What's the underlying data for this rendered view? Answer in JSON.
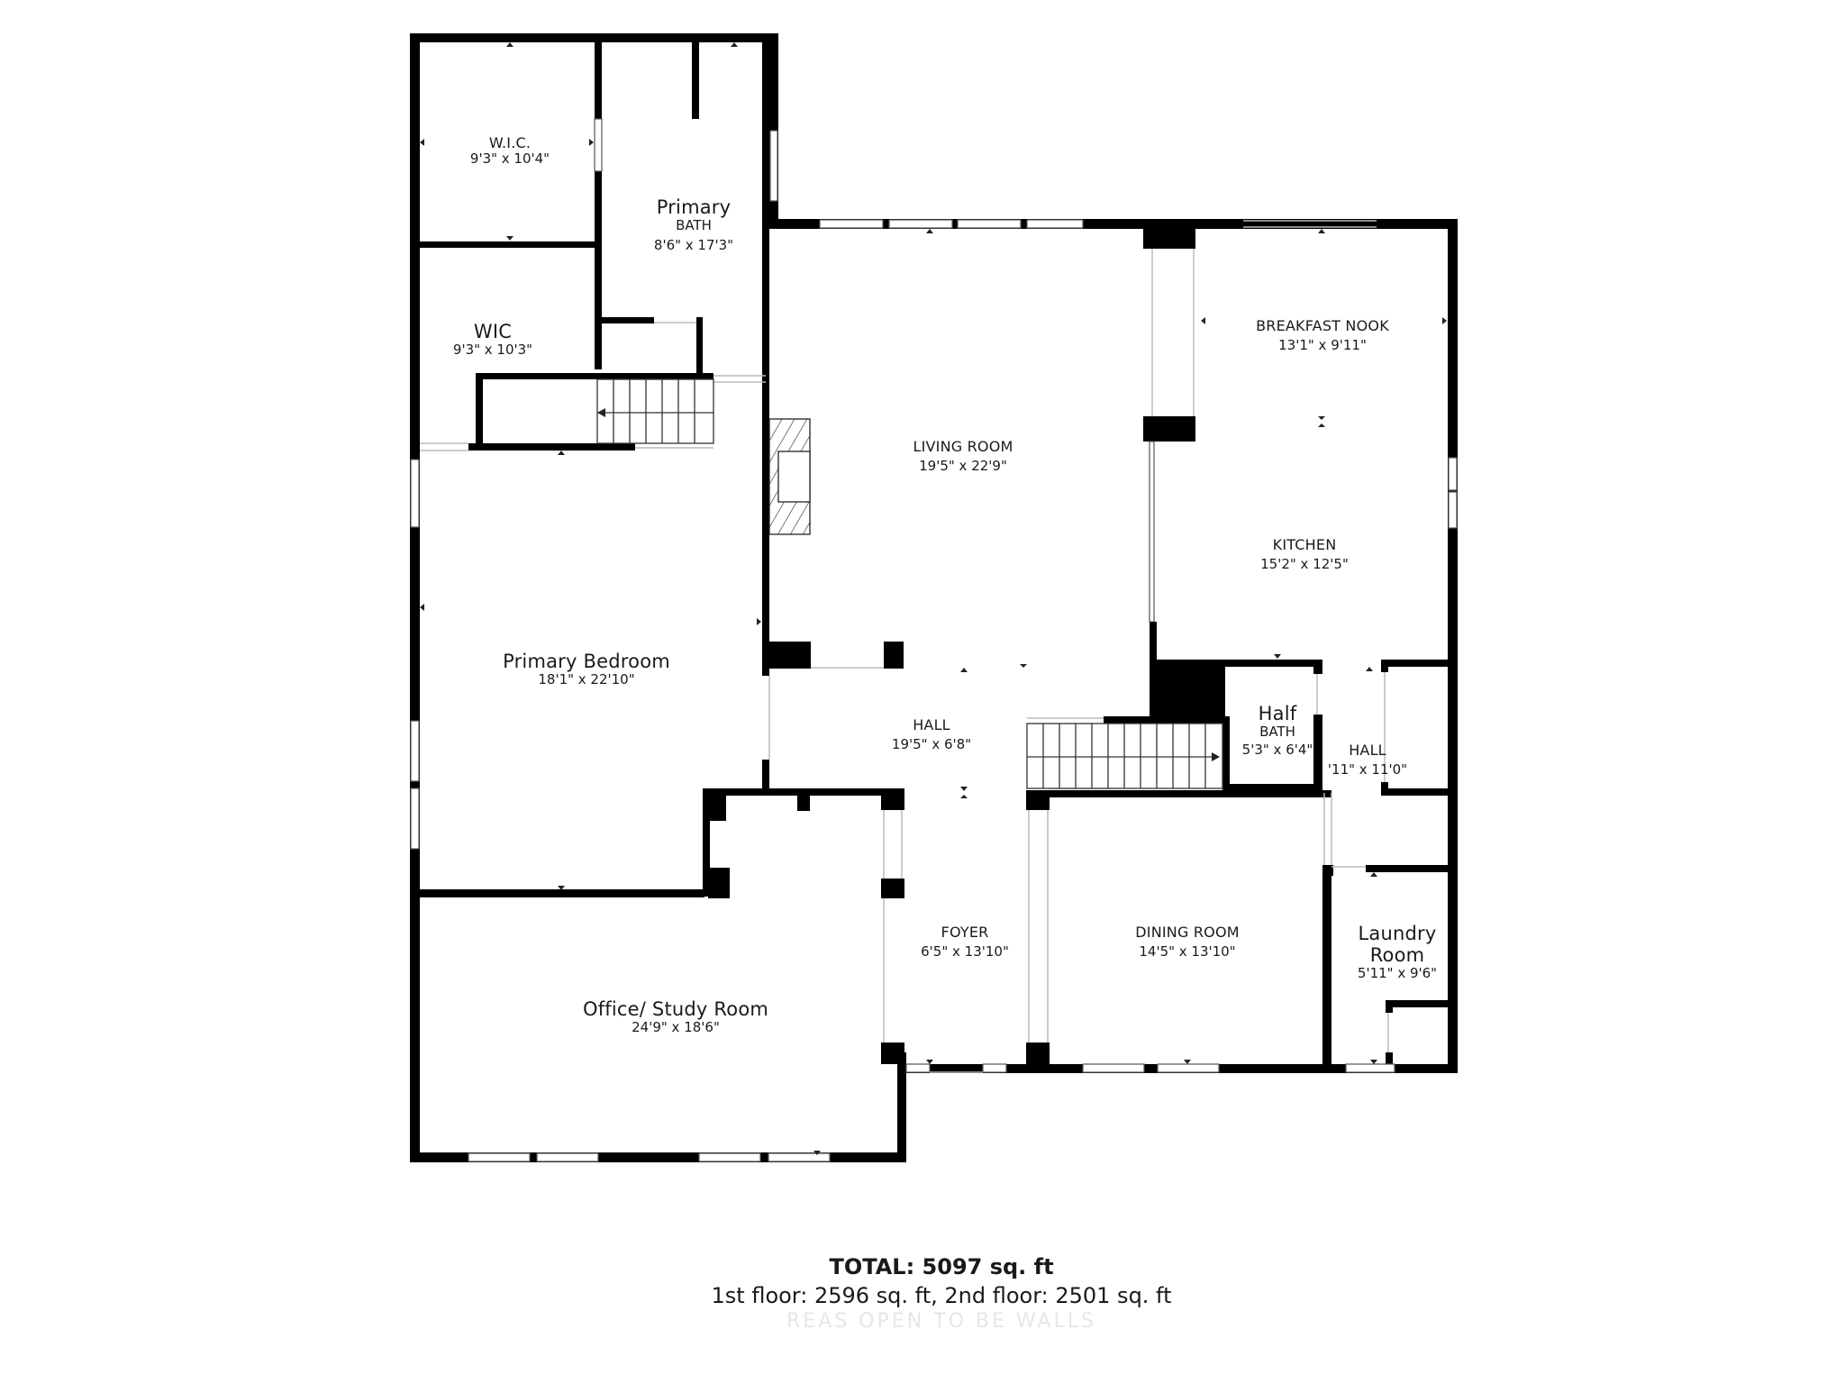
{
  "plan": {
    "type": "floor-plan",
    "wall_color": "#000000",
    "background": "#ffffff",
    "rooms": [
      {
        "id": "wic-upper",
        "name": "W.I.C.",
        "sub": "",
        "dims": "9'3\" x 10'4\""
      },
      {
        "id": "primary-bath",
        "name": "Primary",
        "sub": "BATH",
        "dims": "8'6\" x 17'3\""
      },
      {
        "id": "wic-lower",
        "name": "WIC",
        "sub": "",
        "dims": "9'3\" x 10'3\""
      },
      {
        "id": "living-room",
        "name": "LIVING ROOM",
        "sub": "",
        "dims": "19'5\" x 22'9\""
      },
      {
        "id": "breakfast-nook",
        "name": "BREAKFAST NOOK",
        "sub": "",
        "dims": "13'1\" x 9'11\""
      },
      {
        "id": "kitchen",
        "name": "KITCHEN",
        "sub": "",
        "dims": "15'2\" x 12'5\""
      },
      {
        "id": "primary-bedroom",
        "name": "Primary Bedroom",
        "sub": "",
        "dims": "18'1\" x 22'10\""
      },
      {
        "id": "hall-center",
        "name": "HALL",
        "sub": "",
        "dims": "19'5\" x 6'8\""
      },
      {
        "id": "half-bath",
        "name": "Half",
        "sub": "BATH",
        "dims": "5'3\" x 6'4\""
      },
      {
        "id": "hall-right",
        "name": "HALL",
        "sub": "",
        "dims": "'11\" x 11'0\""
      },
      {
        "id": "foyer",
        "name": "FOYER",
        "sub": "",
        "dims": "6'5\" x 13'10\""
      },
      {
        "id": "dining-room",
        "name": "DINING ROOM",
        "sub": "",
        "dims": "14'5\" x 13'10\""
      },
      {
        "id": "laundry-room",
        "name": "Laundry",
        "sub": "Room",
        "dims": "5'11\" x 9'6\""
      },
      {
        "id": "office",
        "name": "Office/ Study Room",
        "sub": "",
        "dims": "24'9\" x 18'6\""
      }
    ]
  },
  "totals": {
    "total": "TOTAL: 5097 sq. ft",
    "floors": "1st floor: 2596 sq. ft, 2nd floor: 2501 sq. ft",
    "faded": "REAS OPEN TO BE              WALLS"
  }
}
